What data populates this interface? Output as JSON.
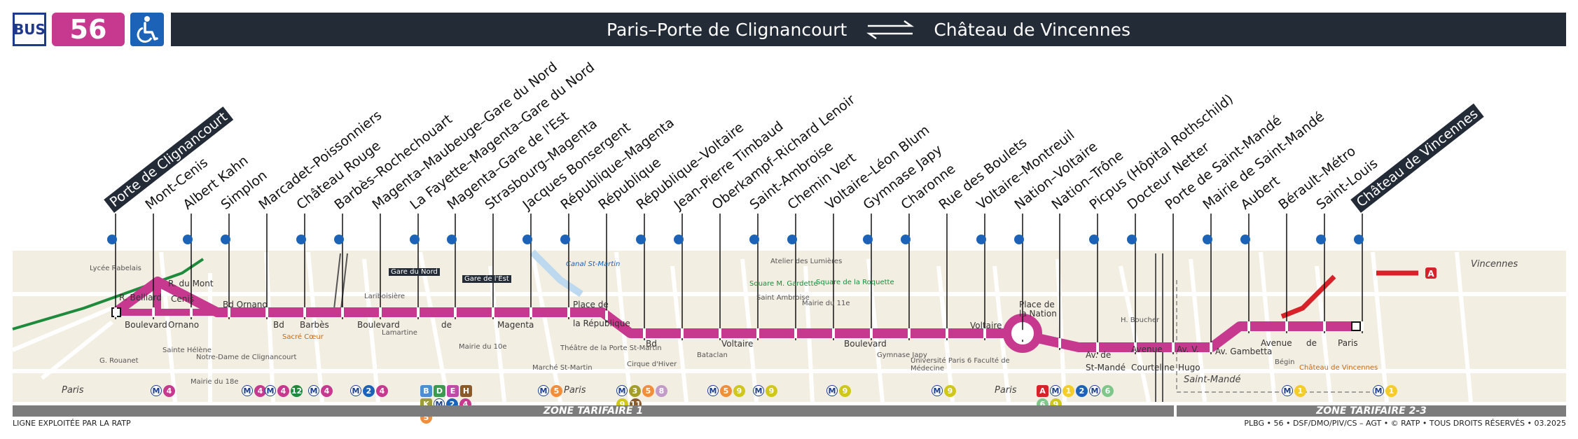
{
  "header": {
    "mode_label": "BUS",
    "line_number": "56",
    "origin": "Paris–Porte de Clignancourt",
    "destination": "Château de Vincennes"
  },
  "colors": {
    "line": "#c7398f",
    "header_dark": "#232b36",
    "accessibility_blue": "#1c63b8",
    "map_background": "#f3eee2",
    "zone_bar": "#7c7c7c"
  },
  "stops": [
    {
      "name": "Porte de Clignancourt",
      "terminus": true
    },
    {
      "name": "Mont-Cenis",
      "terminus": false
    },
    {
      "name": "Albert Kahn",
      "terminus": false
    },
    {
      "name": "Simplon",
      "terminus": false
    },
    {
      "name": "Marcadet–Poissonniers",
      "terminus": false
    },
    {
      "name": "Château Rouge",
      "terminus": false
    },
    {
      "name": "Barbès–Rochechouart",
      "terminus": false
    },
    {
      "name": "Magenta–Maubeuge–Gare du Nord",
      "terminus": false
    },
    {
      "name": "La Fayette–Magenta–Gare du Nord",
      "terminus": false
    },
    {
      "name": "Magenta–Gare de l'Est",
      "terminus": false
    },
    {
      "name": "Strasbourg–Magenta",
      "terminus": false
    },
    {
      "name": "Jacques Bonsergent",
      "terminus": false
    },
    {
      "name": "République–Magenta",
      "terminus": false
    },
    {
      "name": "République",
      "terminus": false
    },
    {
      "name": "République–Voltaire",
      "terminus": false
    },
    {
      "name": "Jean-Pierre Timbaud",
      "terminus": false
    },
    {
      "name": "Oberkampf–Richard Lenoir",
      "terminus": false
    },
    {
      "name": "Saint-Ambroise",
      "terminus": false
    },
    {
      "name": "Chemin Vert",
      "terminus": false
    },
    {
      "name": "Voltaire–Léon Blum",
      "terminus": false
    },
    {
      "name": "Gymnase Japy",
      "terminus": false
    },
    {
      "name": "Charonne",
      "terminus": false
    },
    {
      "name": "Rue des Boulets",
      "terminus": false
    },
    {
      "name": "Voltaire–Montreuil",
      "terminus": false
    },
    {
      "name": "Nation–Voltaire",
      "terminus": false
    },
    {
      "name": "Nation–Trône",
      "terminus": false
    },
    {
      "name": "Picpus (Hôpital Rothschild)",
      "terminus": false
    },
    {
      "name": "Docteur Netter",
      "terminus": false
    },
    {
      "name": "Porte de Saint-Mandé",
      "terminus": false
    },
    {
      "name": "Mairie de Saint-Mandé",
      "terminus": false
    },
    {
      "name": "Aubert",
      "terminus": false
    },
    {
      "name": "Bérault–Métro",
      "terminus": false
    },
    {
      "name": "Saint-Louis",
      "terminus": false
    },
    {
      "name": "Château de Vincennes",
      "terminus": true
    }
  ],
  "streets": [
    {
      "text": "Boulevard"
    },
    {
      "text": "Ornano"
    },
    {
      "text": "Bd Ornano"
    },
    {
      "text": "Bd"
    },
    {
      "text": "Barbès"
    },
    {
      "text": "Boulevard"
    },
    {
      "text": "de"
    },
    {
      "text": "Magenta"
    },
    {
      "text": "Place de"
    },
    {
      "text": "la République"
    },
    {
      "text": "Bd"
    },
    {
      "text": "Voltaire"
    },
    {
      "text": "Boulevard"
    },
    {
      "text": "Voltaire"
    },
    {
      "text": "Place de"
    },
    {
      "text": "la Nation"
    },
    {
      "text": "Av. de"
    },
    {
      "text": "St-Mandé"
    },
    {
      "text": "Avenue"
    },
    {
      "text": "Courteline"
    },
    {
      "text": "Av. V."
    },
    {
      "text": "Hugo"
    },
    {
      "text": "Av. Gambetta"
    },
    {
      "text": "Avenue"
    },
    {
      "text": "de"
    },
    {
      "text": "Paris"
    },
    {
      "text": "R. Belliard"
    },
    {
      "text": "R. du Mont"
    },
    {
      "text": "Cenis"
    }
  ],
  "places": [
    {
      "text": "Paris"
    },
    {
      "text": "Paris"
    },
    {
      "text": "Paris"
    },
    {
      "text": "Saint-Mandé"
    },
    {
      "text": "Vincennes"
    }
  ],
  "landmarks": [
    {
      "text": "Lycée Rabelais"
    },
    {
      "text": "G. Rouanet"
    },
    {
      "text": "Sainte Hélène"
    },
    {
      "text": "Notre-Dame de Clignancourt"
    },
    {
      "text": "Mairie du 18e"
    },
    {
      "text": "Sacré Cœur"
    },
    {
      "text": "Lariboisière"
    },
    {
      "text": "Lamartine"
    },
    {
      "text": "Gare du Nord"
    },
    {
      "text": "Gare de l'Est"
    },
    {
      "text": "Mairie du 10e"
    },
    {
      "text": "Marché St-Martin"
    },
    {
      "text": "Théâtre de la Porte St-Martin"
    },
    {
      "text": "Canal St-Martin"
    },
    {
      "text": "Cirque d'Hiver"
    },
    {
      "text": "Bataclan"
    },
    {
      "text": "Square M. Gardette"
    },
    {
      "text": "Saint Ambroise"
    },
    {
      "text": "Atelier des Lumières"
    },
    {
      "text": "Square de la Roquette"
    },
    {
      "text": "Mairie du 11e"
    },
    {
      "text": "Gymnase Japy"
    },
    {
      "text": "Université Paris 6 Faculté de Médecine"
    },
    {
      "text": "H. Boucher"
    },
    {
      "text": "Bégin"
    },
    {
      "text": "Château de Vincennes"
    }
  ],
  "connections": [
    {
      "lines": [
        "M",
        "4"
      ]
    },
    {
      "lines": [
        "M",
        "4"
      ]
    },
    {
      "lines": [
        "M",
        "4",
        "12"
      ]
    },
    {
      "lines": [
        "M",
        "4"
      ]
    },
    {
      "lines": [
        "M",
        "2",
        "4"
      ]
    },
    {
      "lines": [
        "B",
        "D",
        "E",
        "H",
        "K",
        "M",
        "2",
        "4",
        "5"
      ]
    },
    {
      "lines": [
        "M",
        "5"
      ]
    },
    {
      "lines": [
        "M",
        "3",
        "5",
        "8",
        "9",
        "11"
      ]
    },
    {
      "lines": [
        "M",
        "5",
        "9"
      ]
    },
    {
      "lines": [
        "M",
        "9"
      ]
    },
    {
      "lines": [
        "M",
        "9"
      ]
    },
    {
      "lines": [
        "M",
        "9"
      ]
    },
    {
      "lines": [
        "A",
        "M",
        "1",
        "2",
        "6",
        "9"
      ]
    },
    {
      "lines": [
        "M",
        "6"
      ]
    },
    {
      "lines": [
        "M",
        "1"
      ]
    },
    {
      "lines": [
        "M",
        "1"
      ]
    }
  ],
  "zones": [
    {
      "label": "ZONE TARIFAIRE 1"
    },
    {
      "label": "ZONE TARIFAIRE 2-3"
    }
  ],
  "footer": {
    "left": "LIGNE EXPLOITÉE PAR LA RATP",
    "right": "PLBG • 56 • DSF/DMO/PIV/CS – AGT • © RATP • TOUS DROITS RÉSERVÉS • 03.2025"
  }
}
